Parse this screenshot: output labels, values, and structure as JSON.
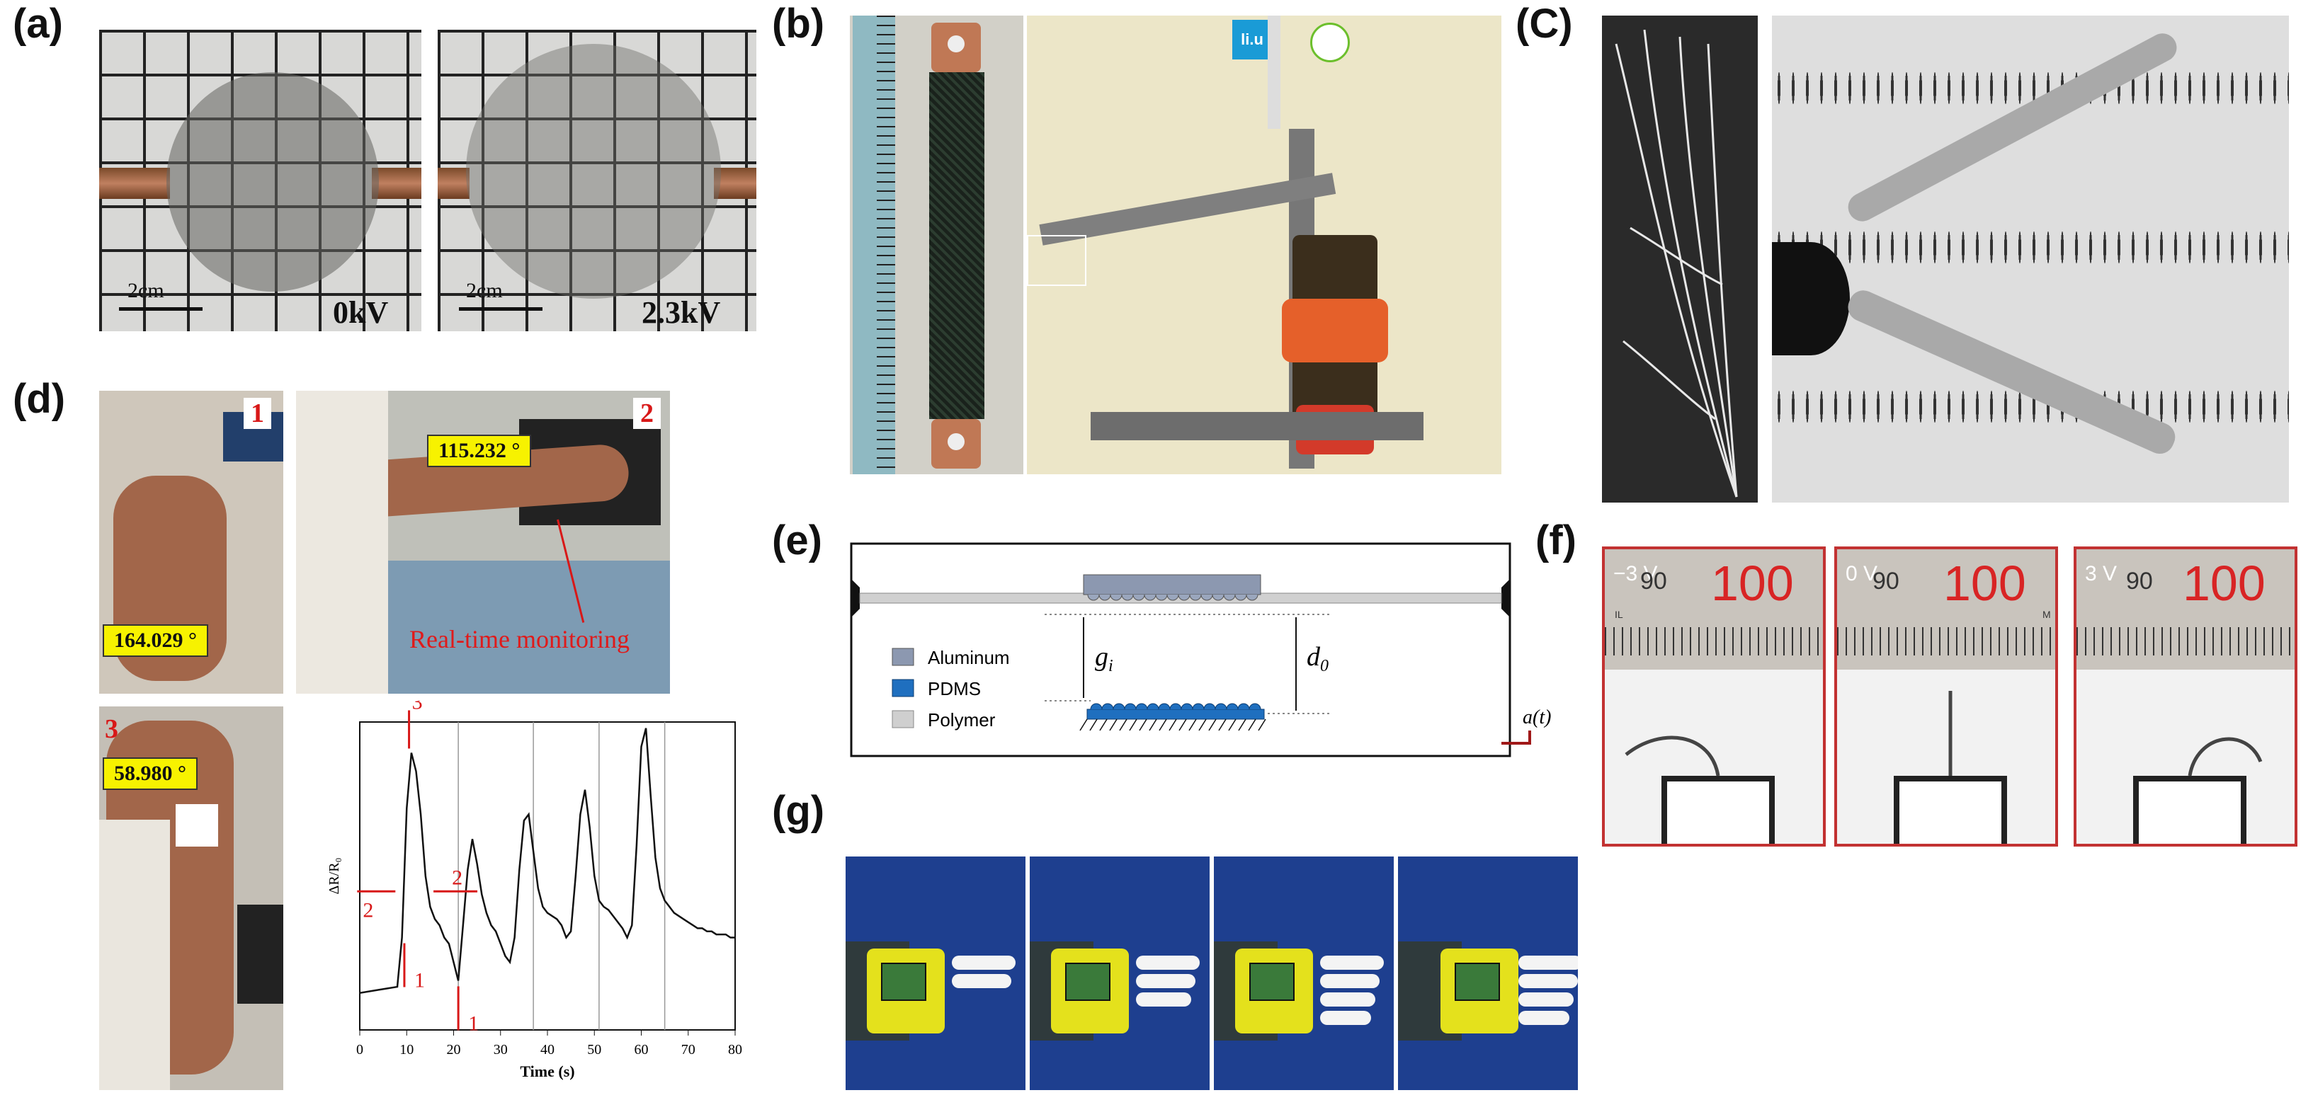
{
  "panels": {
    "a": {
      "label": "(a)",
      "scale_left": "2cm",
      "scale_right": "2cm",
      "voltage_left": "0kV",
      "voltage_right": "2.3kV"
    },
    "b": {
      "label": "(b)",
      "logo": "li.u"
    },
    "c": {
      "label": "(C)"
    },
    "d": {
      "label": "(d)",
      "photo1": {
        "number": "1",
        "angle": "164.029 °"
      },
      "photo2": {
        "number": "2",
        "angle": "115.232 °",
        "caption": "Real-time monitoring"
      },
      "photo3": {
        "number": "3",
        "angle": "58.980 °"
      }
    },
    "e": {
      "label": "(e)",
      "legend": [
        "Aluminum",
        "PDMS",
        "Polymer"
      ],
      "symbols": {
        "gap": "g",
        "gap_sub": "i",
        "distance": "d",
        "distance_sub": "0",
        "signal": "a(t)"
      },
      "colors": {
        "aluminum": "#8c98b0",
        "pdms": "#1f6fbf",
        "polymer": "#cfcfcf"
      }
    },
    "f": {
      "label": "(f)",
      "voltages": [
        "−3 V",
        "0 V",
        "3 V"
      ],
      "ruler_left": "90",
      "ruler_big": "100",
      "ruler_tick_a": "IL",
      "ruler_tick_b": "M"
    },
    "g": {
      "label": "(g)"
    }
  },
  "chart_data": {
    "type": "line",
    "xlabel": "Time (s)",
    "ylabel": "ΔR/R₀",
    "xlim": [
      0,
      80
    ],
    "xticks": [
      "0",
      "10",
      "20",
      "30",
      "40",
      "50",
      "60",
      "70",
      "80"
    ],
    "vlines": [
      21,
      37,
      51,
      65
    ],
    "annotations": [
      "1",
      "2",
      "3",
      "2",
      "1"
    ],
    "series": [
      {
        "x": [
          0,
          4,
          8,
          9,
          10,
          11,
          12,
          13,
          14,
          15,
          16,
          17,
          18,
          19,
          20,
          21,
          22,
          23,
          24,
          25,
          26,
          27,
          28,
          29,
          30,
          31,
          32,
          33,
          34,
          35,
          36,
          37,
          38,
          39,
          40,
          41,
          42,
          43,
          44,
          45,
          46,
          47,
          48,
          49,
          50,
          51,
          52,
          53,
          54,
          55,
          56,
          57,
          58,
          59,
          60,
          61,
          62,
          63,
          64,
          65,
          66,
          67,
          68,
          69,
          70,
          71,
          72,
          73,
          74,
          75,
          76,
          77,
          78,
          79,
          80
        ],
        "y": [
          0.12,
          0.13,
          0.14,
          0.3,
          0.72,
          0.9,
          0.84,
          0.7,
          0.5,
          0.4,
          0.36,
          0.34,
          0.3,
          0.28,
          0.22,
          0.16,
          0.34,
          0.52,
          0.62,
          0.54,
          0.44,
          0.38,
          0.34,
          0.32,
          0.28,
          0.24,
          0.22,
          0.3,
          0.52,
          0.68,
          0.7,
          0.58,
          0.46,
          0.4,
          0.38,
          0.37,
          0.36,
          0.34,
          0.3,
          0.32,
          0.5,
          0.7,
          0.78,
          0.66,
          0.5,
          0.42,
          0.4,
          0.39,
          0.37,
          0.35,
          0.33,
          0.3,
          0.34,
          0.6,
          0.92,
          0.98,
          0.76,
          0.56,
          0.46,
          0.42,
          0.4,
          0.38,
          0.37,
          0.36,
          0.35,
          0.34,
          0.33,
          0.33,
          0.32,
          0.32,
          0.31,
          0.31,
          0.31,
          0.3,
          0.3
        ]
      }
    ]
  }
}
